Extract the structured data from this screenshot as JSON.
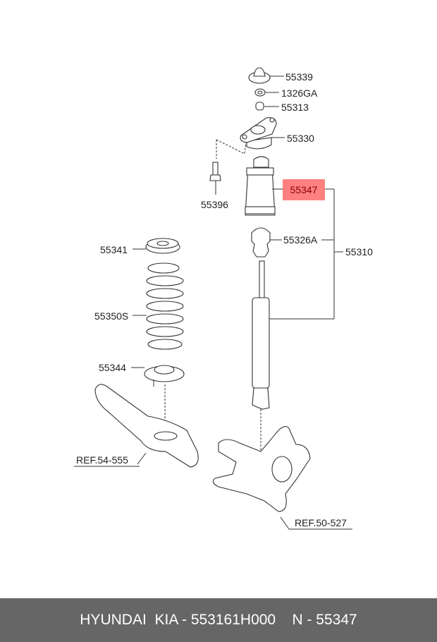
{
  "labels": {
    "p55339": "55339",
    "p1326GA": "1326GA",
    "p55313": "55313",
    "p55330": "55330",
    "p55347": "55347",
    "p55396": "55396",
    "p55326A": "55326A",
    "p55310": "55310",
    "p55341": "55341",
    "p55350S": "55350S",
    "p55344": "55344",
    "ref1": "REF.54-555",
    "ref2": "REF.50-527"
  },
  "highlight_color": "#ff8080",
  "footer": {
    "brand": "HYUNDAI  KIA - 553161H000",
    "sep": "    ",
    "number": "N - 55347"
  }
}
